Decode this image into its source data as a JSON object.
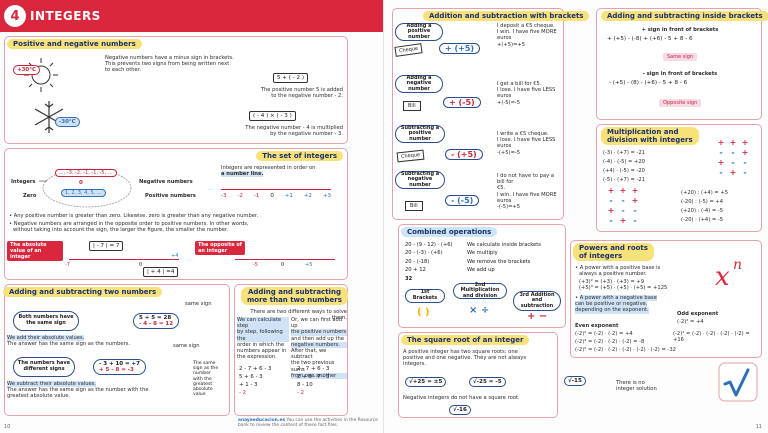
{
  "left": {
    "unit_number": "4",
    "unit_title": "INTEGERS",
    "positive_negative": {
      "title": "Positive and negative numbers",
      "intro": [
        "Negative numbers have a minus sign in brackets.",
        "This prevents two signs from being written next",
        "to each other."
      ],
      "temp_hot": "+30°C",
      "temp_cold": "-30°C",
      "expr_pos": "5 + ( - 2 )",
      "note_pos": [
        "The positive number 5 is added",
        "to the negative number - 2."
      ],
      "expr_neg": "( - 4 ) × ( - 3 )",
      "note_neg": [
        "The negative number - 4 is multiplied",
        "by the negative number - 3."
      ]
    },
    "set_of_integers": {
      "title": "The set of integers",
      "desc": [
        "Integers are represented in order on",
        "a number line."
      ],
      "number_line_labels": [
        "-3",
        "-2",
        "-1",
        "0",
        "+1",
        "+2",
        "+3"
      ],
      "label_integers": "Integers",
      "label_zero": "Zero",
      "label_negative": "Negative numbers",
      "label_positive": "Positive numbers",
      "neg_set": "..., -3, -2, -1, -1, -5, ...",
      "zero_val": "0",
      "pos_set": "1, 2, 3, 4, 5, ...",
      "bullet1": "Any positive number is greater than zero. Likewise, zero is greater than any negative number.",
      "bullet2a": "Negative numbers are arranged in the opposite order to positive numbers. In other words,",
      "bullet2b": "without taking into account the sign, the larger the figure, the smaller the number.",
      "abs_label": "The absolute value of an integer",
      "abs_expr1": "| - 7 | = 7",
      "abs_expr2": "| + 4 | =4",
      "opp_label": "The opposite of an integer",
      "line_ticks_a": [
        "-7",
        "0",
        "+4"
      ],
      "line_ticks_b": [
        "-5",
        "0",
        "+5"
      ]
    },
    "adding_two": {
      "title": "Adding and subtracting two numbers",
      "same_sign": "Both numbers have the same sign",
      "same_ex1": "5 + 5 = 28",
      "same_ex2": "- 4 - 8 = 12",
      "same_tag": "same sign",
      "same_text1": "We add their absolute values.",
      "same_text2": "The answer has the same sign as the numbers.",
      "diff_sign": "The numbers have different signs",
      "diff_ex1": "- 3 + 10 = +7",
      "diff_ex2": "+ 5 - 8 = -3",
      "diff_tag": "same sign",
      "diff_text1": "We subtract their absolute values.",
      "diff_text2": "The answer has the same sign as the number with the",
      "diff_text3": "greatest absolute value.",
      "diff_side": [
        "The same",
        "sign as the",
        "number",
        "with the",
        "greatest",
        "absolute",
        "value"
      ]
    },
    "adding_more": {
      "title1": "Adding and subtracting",
      "title2": "more than two numbers",
      "intro": "There are two different ways to solve them.",
      "way1": [
        "We can calculate step",
        "by step, following the",
        "order in which the",
        "numbers appear in",
        "the expression."
      ],
      "way2": [
        "Or, we can first add up",
        "the positive numbers",
        "and then add up the",
        "negative numbers.",
        "After that, we subtract",
        "the two previous sums",
        "from one another"
      ],
      "step1": "2 - 7 + 6 - 3",
      "step2": "5 + 6 - 3",
      "step3": "+ 1 - 3",
      "step4": "- 2",
      "alt1": "2 - 7 + 6 - 3",
      "alt2": "2 + 6 - 7 - 3",
      "alt3": "8 - 10",
      "alt4": "- 2"
    },
    "footer_site": "anayaeducacion.es",
    "footer_text": "You can use the activities in the Resource bank to review the content of these fact files.",
    "page_number": "10"
  },
  "right": {
    "add_sub_brackets": {
      "title": "Addition and subtraction with brackets",
      "r1_label": "Adding a positive number",
      "r1_text": [
        "I deposit a €5 cheque.",
        "I win. I have five MORE",
        "euros",
        "+(+5)=+5"
      ],
      "r1_expr": "+ (+5)",
      "r1_card": "Cheque",
      "r2_label": "Adding a negative number",
      "r2_text": [
        "I get a bill for €5.",
        "I lose. I have five LESS",
        "euros",
        "+(-5)=-5"
      ],
      "r2_expr": "+ (-5)",
      "r2_card": "Bill",
      "r3_label": "Subtracting a positive number",
      "r3_text": [
        "I write a €5 cheque.",
        "I lose. I have five LESS",
        "euros",
        "-(+5)=-5"
      ],
      "r3_expr": "- (+5)",
      "r3_card": "Cheque",
      "r4_label": "Subtracting a negative number",
      "r4_text": [
        "I do not have to pay a bill for",
        "€5.",
        "I win. I have five MORE",
        "euros",
        "-(-5)=+5"
      ],
      "r4_expr": "- (-5)",
      "r4_card": "Bill"
    },
    "inside_brackets": {
      "title": "Adding and subtracting inside brackets",
      "plus_front": "+ sign in front of brackets",
      "plus_expr": "+ (+5) - (-8) + (+6) - 5 + 8 - 6",
      "plus_tag": "Same sign",
      "minus_front": "- sign in front of brackets",
      "minus_expr": "- (+5) - (8) - (+6) - 5 + 8 - 6",
      "minus_tag": "Opposite sign"
    },
    "mult_div": {
      "title1": "Multiplication and",
      "title2": "division with integers",
      "mult": [
        "(-3) · (+7) = -21",
        "(-4) · (-5) = +20",
        "(+4) · (-5) = -20",
        "(-5) · (+7) = -21"
      ],
      "div": [
        "(+20) : (+4) = +5",
        "(-20) : (-5) = +4",
        "(+20) : (-4) = -5",
        "(-20) : (+4) = -5"
      ],
      "grid1": [
        "+",
        "+",
        "+",
        "-",
        "-",
        "+",
        "+",
        "-",
        "-",
        "-",
        "+",
        "-"
      ],
      "grid2": [
        "+",
        "+",
        "+",
        "-",
        "-",
        "+",
        "+",
        "-",
        "-",
        "-",
        "+",
        "-"
      ]
    },
    "combined": {
      "title": "Combined operations",
      "lines": [
        {
          "expr": "20 - (9 - 12) · (+6)",
          "note": "We calculate inside brackets"
        },
        {
          "expr": "20 - (-3) · (+6)",
          "note": "We multiply"
        },
        {
          "expr": "20 - (-18)",
          "note": "We remove the brackets"
        },
        {
          "expr": "20 + 12",
          "note": "We add up"
        },
        {
          "expr": "32",
          "note": ""
        }
      ],
      "step1": "1st Brackets",
      "step2": "2nd Multiplication and division",
      "step3": "3rd Addition and subtraction"
    },
    "square_root": {
      "title": "The square root of an integer",
      "text": [
        "A positive integer has two square roots: one",
        "positive and one negative. They are not always",
        "integers."
      ],
      "ex1": "√+25 = ±5",
      "ex2": "√-25 = -5",
      "ex3": "√-15",
      "ex3_note": "There is no integer solution",
      "neg_text": "Negative integers do not have a square root.",
      "ex4": "√-16"
    },
    "powers": {
      "title1": "Powers and roots",
      "title2": "of integers",
      "b1a": "A power with a positive base is",
      "b1b": "always a positive number.",
      "p1": "(+3)² = (+3) · (+3) = +9",
      "p2": "(+5)³ = (+5) · (+5) · (+5) = +125",
      "b2a": "A power with a negative base",
      "b2b": "can be positive or negative,",
      "b2c": "depending on the exponent.",
      "odd_label": "Odd exponent",
      "even_label": "Even exponent",
      "e1": "(-2)² = +4",
      "e2": "(-2)² = (-2) · (-2) = +4",
      "e3": "(-2)³ = (-2) · (-2) · (-2) = -8",
      "e4": "(-2)⁴ = (-2) · (-2) · (-2) · (-2) = +16",
      "e5": "(-2)⁵ = (-2) · (-2) · (-2) · (-2) · (-2) = -32"
    },
    "page_number": "11"
  }
}
